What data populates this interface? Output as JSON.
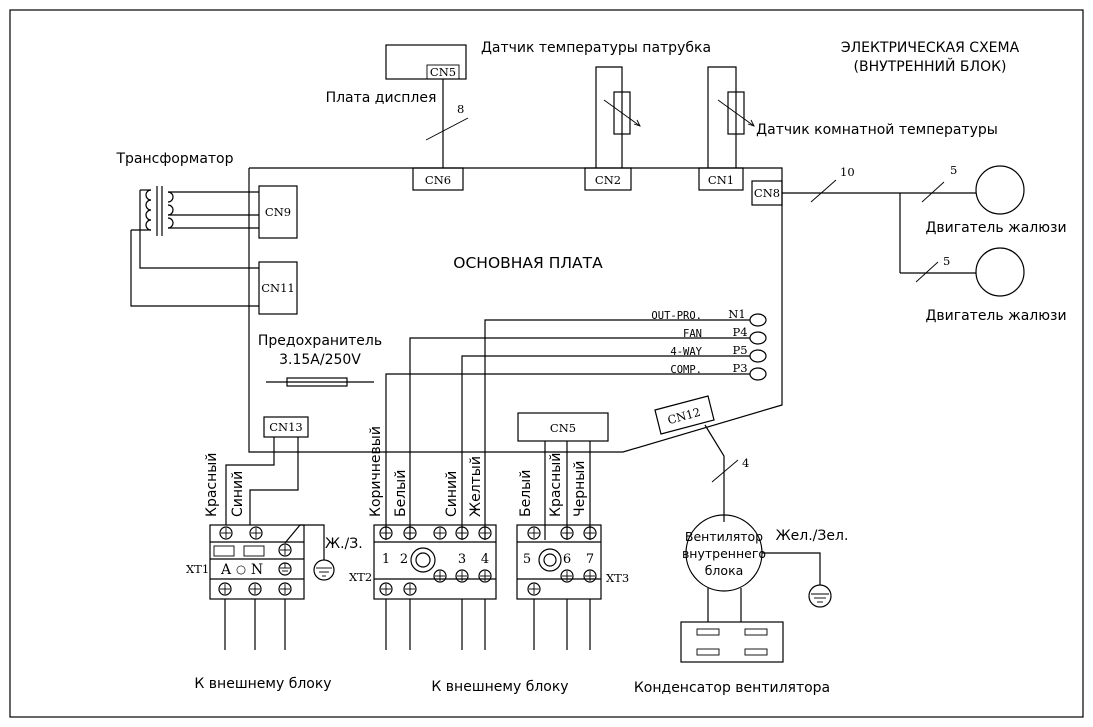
{
  "title": {
    "line1": "ЭЛЕКТРИЧЕСКАЯ СХЕМА",
    "line2": "(ВНУТРЕННИЙ БЛОК)"
  },
  "labels": {
    "display_board": "Плата дисплея",
    "pipe_sensor": "Датчик температуры патрубка",
    "room_sensor": "Датчик комнатной температуры",
    "transformer": "Трансформатор",
    "main_board": "ОСНОВНАЯ ПЛАТА",
    "fuse_title": "Предохранитель",
    "fuse_rating": "3.15A/250V",
    "louver_motor_1": "Двигатель жалюзи",
    "louver_motor_2": "Двигатель жалюзи",
    "to_outdoor_1": "К внешнему блоку",
    "to_outdoor_2": "К внешнему блоку",
    "fan_capacitor": "Конденсатор вентилятора",
    "indoor_fan_l1": "Вентилятор",
    "indoor_fan_l2": "внутреннего",
    "indoor_fan_l3": "блока",
    "ground_yg": "Жел./Зел.",
    "ground_yg_short": "Ж./З."
  },
  "connectors": {
    "cn5_display": "CN5",
    "cn6": "CN6",
    "cn2": "CN2",
    "cn1": "CN1",
    "cn8": "CN8",
    "cn9": "CN9",
    "cn11": "CN11",
    "cn13": "CN13",
    "cn5_board": "CN5",
    "cn12": "CN12"
  },
  "wire_counts": {
    "display": "8",
    "cn8_bus": "10",
    "louver_1": "5",
    "louver_2": "5",
    "fan": "4"
  },
  "outputs": [
    {
      "name": "OUT-PRO.",
      "pin": "N1"
    },
    {
      "name": "FAN",
      "pin": "P4"
    },
    {
      "name": "4-WAY",
      "pin": "P5"
    },
    {
      "name": "COMP.",
      "pin": "P3"
    }
  ],
  "wire_colors": {
    "xt1_red": "Красный",
    "xt1_blue": "Синий",
    "xt2_brown": "Коричневый",
    "xt2_white": "Белый",
    "xt2_blue": "Синий",
    "xt2_yellow": "Желтый",
    "xt3_white": "Белый",
    "xt3_red": "Красный",
    "xt3_black": "Черный"
  },
  "terminal_blocks": {
    "xt1": {
      "id": "XT1",
      "a": "A",
      "n": "N",
      "o": "○"
    },
    "xt2": {
      "id": "XT2",
      "t1": "1",
      "t2": "2",
      "t3": "3",
      "t4": "4"
    },
    "xt3": {
      "id": "XT3",
      "t5": "5",
      "t6": "6",
      "t7": "7"
    }
  }
}
